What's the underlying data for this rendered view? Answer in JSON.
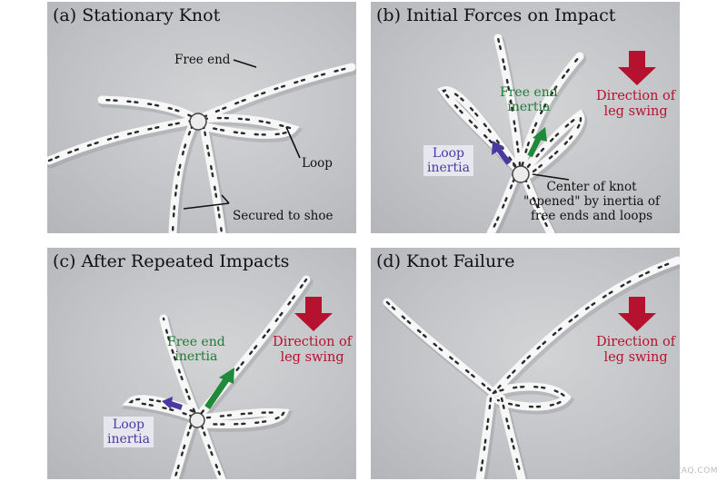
{
  "panels": {
    "a": {
      "title": "(a) Stationary Knot",
      "free_end": "Free end",
      "loop": "Loop",
      "secured": "Secured to shoe"
    },
    "b": {
      "title": "(b) Initial Forces on Impact",
      "free_end_inertia_1": "Free end",
      "free_end_inertia_2": "inertia",
      "loop_inertia_1": "Loop",
      "loop_inertia_2": "inertia",
      "direction_1": "Direction of",
      "direction_2": "leg swing",
      "center_1": "Center of knot",
      "center_2": "\"opened\" by inertia of",
      "center_3": "free ends and loops"
    },
    "c": {
      "title": "(c) After Repeated Impacts",
      "free_end_inertia_1": "Free end",
      "free_end_inertia_2": "inertia",
      "loop_inertia_1": "Loop",
      "loop_inertia_2": "inertia",
      "direction_1": "Direction of",
      "direction_2": "leg swing"
    },
    "d": {
      "title": "(d) Knot Failure",
      "direction_1": "Direction of",
      "direction_2": "leg swing"
    }
  },
  "watermark": "SCIENCEAQ.COM",
  "colors": {
    "direction": "#b5122f",
    "free_end_inertia": "#1f8a3a",
    "loop_inertia": "#4b38a3",
    "lace": "#f7f7f7",
    "lace_mark": "#2a2a2a"
  }
}
